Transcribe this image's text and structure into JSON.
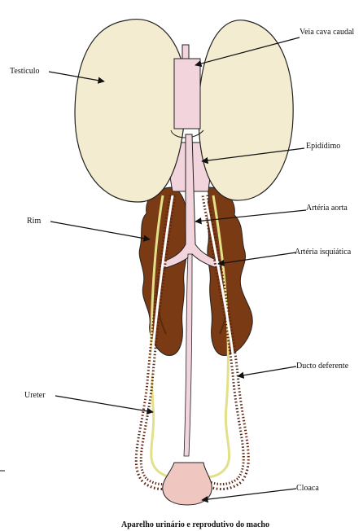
{
  "diagram": {
    "caption": "Aparelho urinário e reprodutivo do macho",
    "labels": {
      "testiculo": "Testiculo",
      "veia_cava_caudal": "Veia cava caudal",
      "epididimo": "Epidídimo",
      "arteria_aorta": "Artéria aorta",
      "rim": "Rim",
      "arteria_isquiatica": "Artéria isquiática",
      "ducto_deferente": "Ducto deferente",
      "ureter": "Ureter",
      "cloaca": "Cloaca"
    },
    "colors": {
      "testis_fill": "#f3ecd0",
      "kidney_fill": "#7a3a14",
      "kidney_dark": "#5a2a0c",
      "vessel_fill": "#f2d4dc",
      "cloaca_fill": "#f0c6c0",
      "ureter_fill": "#ffffff",
      "ureter_stroke": "#5b2410",
      "deferent_line": "#e3e08a",
      "outline": "#222222"
    }
  }
}
